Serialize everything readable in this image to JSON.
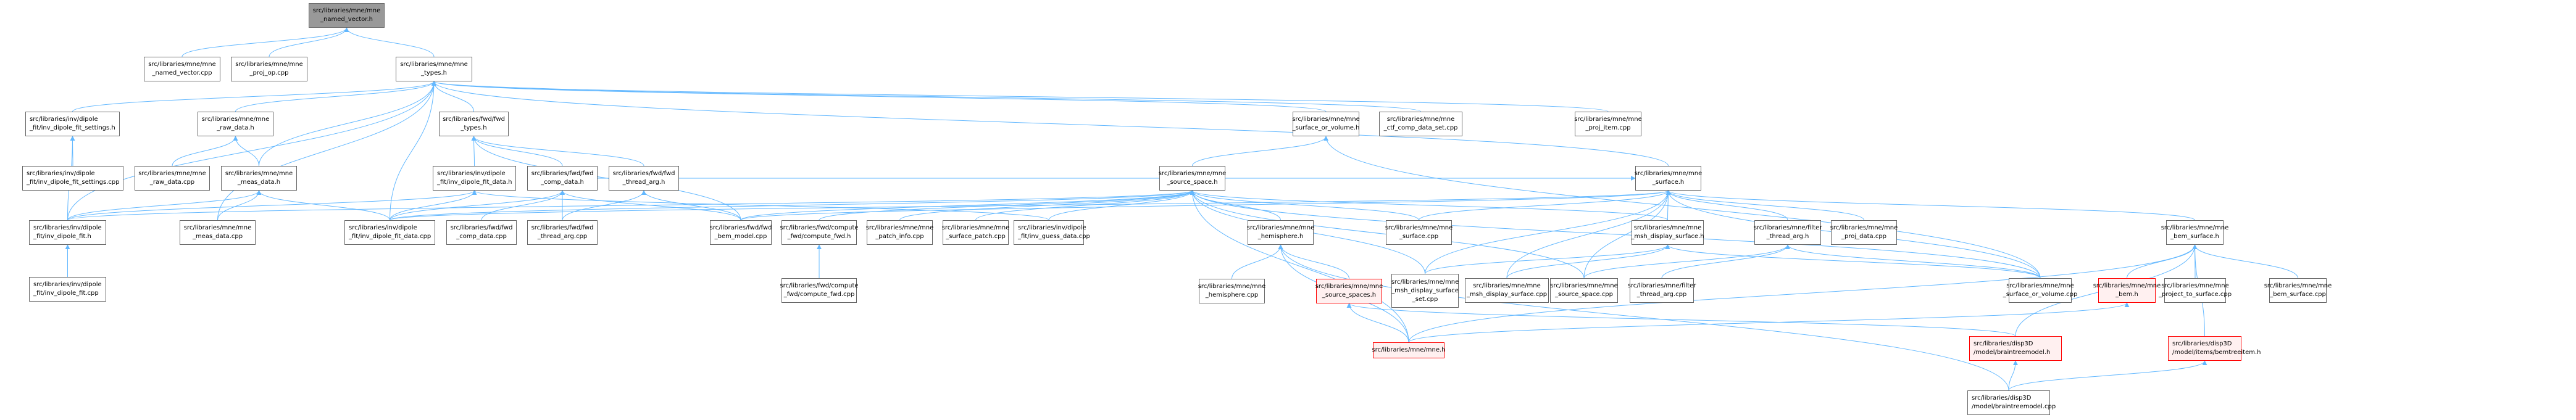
{
  "graph": {
    "title": "Include dependency graph for mne_named_vector.h",
    "edge_color": "#63b8ff",
    "node_border_color": "#666666",
    "root_fill_color": "#999999",
    "highlight_border_color": "#ff0000",
    "highlight_fill_color": "#fff0f0",
    "nodes": [
      {
        "id": "n0",
        "label": "src/libraries/mne/mne\n_named_vector.h",
        "style": "root"
      },
      {
        "id": "n1",
        "label": "src/libraries/mne/mne\n_named_vector.cpp",
        "style": "normal"
      },
      {
        "id": "n2",
        "label": "src/libraries/mne/mne\n_proj_op.cpp",
        "style": "normal"
      },
      {
        "id": "n3",
        "label": "src/libraries/mne/mne\n_types.h",
        "style": "normal"
      },
      {
        "id": "n4",
        "label": "src/libraries/inv/dipole\n_fit/inv_dipole_fit_settings.h",
        "style": "normal"
      },
      {
        "id": "n5",
        "label": "src/libraries/mne/mne\n_raw_data.h",
        "style": "normal"
      },
      {
        "id": "n6",
        "label": "src/libraries/fwd/fwd\n_types.h",
        "style": "normal"
      },
      {
        "id": "n7",
        "label": "src/libraries/mne/mne\n_surface_or_volume.h",
        "style": "normal"
      },
      {
        "id": "n8",
        "label": "src/libraries/mne/mne\n_ctf_comp_data_set.cpp",
        "style": "normal"
      },
      {
        "id": "n9",
        "label": "src/libraries/mne/mne\n_proj_item.cpp",
        "style": "normal"
      },
      {
        "id": "n10",
        "label": "src/libraries/inv/dipole\n_fit/inv_dipole_fit_settings.cpp",
        "style": "normal"
      },
      {
        "id": "n11",
        "label": "src/libraries/mne/mne\n_raw_data.cpp",
        "style": "normal"
      },
      {
        "id": "n12",
        "label": "src/libraries/mne/mne\n_meas_data.h",
        "style": "normal"
      },
      {
        "id": "n13",
        "label": "src/libraries/inv/dipole\n_fit/inv_dipole_fit_data.h",
        "style": "normal"
      },
      {
        "id": "n14",
        "label": "src/libraries/fwd/fwd\n_comp_data.h",
        "style": "normal"
      },
      {
        "id": "n15",
        "label": "src/libraries/fwd/fwd\n_thread_arg.h",
        "style": "normal"
      },
      {
        "id": "n16",
        "label": "src/libraries/mne/mne\n_source_space.h",
        "style": "normal"
      },
      {
        "id": "n17",
        "label": "src/libraries/mne/mne\n_surface.h",
        "style": "normal"
      },
      {
        "id": "n18",
        "label": "src/libraries/inv/dipole\n_fit/inv_dipole_fit.h",
        "style": "normal"
      },
      {
        "id": "n19",
        "label": "src/libraries/mne/mne\n_meas_data.cpp",
        "style": "normal"
      },
      {
        "id": "n20",
        "label": "src/libraries/inv/dipole\n_fit/inv_dipole_fit_data.cpp",
        "style": "normal"
      },
      {
        "id": "n21",
        "label": "src/libraries/fwd/fwd\n_comp_data.cpp",
        "style": "normal"
      },
      {
        "id": "n22",
        "label": "src/libraries/fwd/fwd\n_thread_arg.cpp",
        "style": "normal"
      },
      {
        "id": "n23",
        "label": "src/libraries/fwd/fwd\n_bem_model.cpp",
        "style": "normal"
      },
      {
        "id": "n24",
        "label": "src/libraries/fwd/compute\n_fwd/compute_fwd.h",
        "style": "normal"
      },
      {
        "id": "n25",
        "label": "src/libraries/mne/mne\n_patch_info.cpp",
        "style": "normal"
      },
      {
        "id": "n26",
        "label": "src/libraries/mne/mne\n_surface_patch.cpp",
        "style": "normal"
      },
      {
        "id": "n27",
        "label": "src/libraries/inv/dipole\n_fit/inv_guess_data.cpp",
        "style": "normal"
      },
      {
        "id": "n28",
        "label": "src/libraries/mne/mne\n_hemisphere.h",
        "style": "normal"
      },
      {
        "id": "n29",
        "label": "src/libraries/mne/mne\n_surface.cpp",
        "style": "normal"
      },
      {
        "id": "n30",
        "label": "src/libraries/mne/mne\n_msh_display_surface.h",
        "style": "normal"
      },
      {
        "id": "n31",
        "label": "src/libraries/mne/filter\n_thread_arg.h",
        "style": "normal"
      },
      {
        "id": "n32",
        "label": "src/libraries/mne/mne\n_proj_data.cpp",
        "style": "normal"
      },
      {
        "id": "n33",
        "label": "src/libraries/mne/mne\n_bem_surface.h",
        "style": "normal"
      },
      {
        "id": "n34",
        "label": "src/libraries/inv/dipole\n_fit/inv_dipole_fit.cpp",
        "style": "normal"
      },
      {
        "id": "n35",
        "label": "src/libraries/fwd/compute\n_fwd/compute_fwd.cpp",
        "style": "normal"
      },
      {
        "id": "n36",
        "label": "src/libraries/mne/mne\n_hemisphere.cpp",
        "style": "normal"
      },
      {
        "id": "n37",
        "label": "src/libraries/mne/mne\n_source_spaces.h",
        "style": "red"
      },
      {
        "id": "n38",
        "label": "src/libraries/mne/mne\n_msh_display_surface\n_set.cpp",
        "style": "normal"
      },
      {
        "id": "n39",
        "label": "src/libraries/mne/mne\n_msh_display_surface.cpp",
        "style": "normal"
      },
      {
        "id": "n40",
        "label": "src/libraries/mne/mne\n_source_space.cpp",
        "style": "normal"
      },
      {
        "id": "n41",
        "label": "src/libraries/mne/filter\n_thread_arg.cpp",
        "style": "normal"
      },
      {
        "id": "n42",
        "label": "src/libraries/mne/mne\n_surface_or_volume.cpp",
        "style": "normal"
      },
      {
        "id": "n43",
        "label": "src/libraries/mne/mne\n_bem.h",
        "style": "red"
      },
      {
        "id": "n44",
        "label": "src/libraries/mne/mne\n_project_to_surface.cpp",
        "style": "normal"
      },
      {
        "id": "n45",
        "label": "src/libraries/mne/mne\n_bem_surface.cpp",
        "style": "normal"
      },
      {
        "id": "n46",
        "label": "src/libraries/mne/mne.h",
        "style": "red"
      },
      {
        "id": "n47",
        "label": "src/libraries/disp3D\n/model/braintreemodel.h",
        "style": "red"
      },
      {
        "id": "n48",
        "label": "src/libraries/disp3D\n/model/items/bemtreeitem.h",
        "style": "red"
      },
      {
        "id": "n49",
        "label": "src/libraries/disp3D\n/model/braintreemodel.cpp",
        "style": "normal"
      }
    ],
    "edges": [
      [
        "n1",
        "n0"
      ],
      [
        "n2",
        "n0"
      ],
      [
        "n3",
        "n0"
      ],
      [
        "n4",
        "n3"
      ],
      [
        "n5",
        "n3"
      ],
      [
        "n6",
        "n3"
      ],
      [
        "n7",
        "n3"
      ],
      [
        "n8",
        "n3"
      ],
      [
        "n9",
        "n3"
      ],
      [
        "n12",
        "n3"
      ],
      [
        "n18",
        "n3"
      ],
      [
        "n19",
        "n3"
      ],
      [
        "n20",
        "n3"
      ],
      [
        "n17",
        "n3"
      ],
      [
        "n10",
        "n4"
      ],
      [
        "n18",
        "n4"
      ],
      [
        "n11",
        "n5"
      ],
      [
        "n12",
        "n5"
      ],
      [
        "n13",
        "n6"
      ],
      [
        "n14",
        "n6"
      ],
      [
        "n15",
        "n6"
      ],
      [
        "n23",
        "n6"
      ],
      [
        "n16",
        "n7"
      ],
      [
        "n42",
        "n7"
      ],
      [
        "n18",
        "n12"
      ],
      [
        "n19",
        "n12"
      ],
      [
        "n20",
        "n12"
      ],
      [
        "n20",
        "n13"
      ],
      [
        "n18",
        "n13"
      ],
      [
        "n27",
        "n13"
      ],
      [
        "n20",
        "n14"
      ],
      [
        "n21",
        "n14"
      ],
      [
        "n22",
        "n14"
      ],
      [
        "n23",
        "n14"
      ],
      [
        "n22",
        "n15"
      ],
      [
        "n23",
        "n15"
      ],
      [
        "n18",
        "n16"
      ],
      [
        "n20",
        "n16"
      ],
      [
        "n23",
        "n16"
      ],
      [
        "n24",
        "n16"
      ],
      [
        "n25",
        "n16"
      ],
      [
        "n26",
        "n16"
      ],
      [
        "n27",
        "n16"
      ],
      [
        "n28",
        "n16"
      ],
      [
        "n29",
        "n16"
      ],
      [
        "n30",
        "n16"
      ],
      [
        "n38",
        "n16"
      ],
      [
        "n40",
        "n16"
      ],
      [
        "n42",
        "n16"
      ],
      [
        "n46",
        "n16"
      ],
      [
        "n29",
        "n17"
      ],
      [
        "n30",
        "n17"
      ],
      [
        "n31",
        "n17"
      ],
      [
        "n32",
        "n17"
      ],
      [
        "n33",
        "n17"
      ],
      [
        "n38",
        "n17"
      ],
      [
        "n39",
        "n17"
      ],
      [
        "n40",
        "n17"
      ],
      [
        "n42",
        "n17"
      ],
      [
        "n20",
        "n17"
      ],
      [
        "n23",
        "n17"
      ],
      [
        "n14",
        "n17"
      ],
      [
        "n35",
        "n24"
      ],
      [
        "n36",
        "n28"
      ],
      [
        "n37",
        "n28"
      ],
      [
        "n46",
        "n28"
      ],
      [
        "n49",
        "n28"
      ],
      [
        "n38",
        "n30"
      ],
      [
        "n39",
        "n30"
      ],
      [
        "n42",
        "n30"
      ],
      [
        "n40",
        "n31"
      ],
      [
        "n41",
        "n31"
      ],
      [
        "n42",
        "n31"
      ],
      [
        "n43",
        "n33"
      ],
      [
        "n44",
        "n33"
      ],
      [
        "n45",
        "n33"
      ],
      [
        "n47",
        "n33"
      ],
      [
        "n48",
        "n33"
      ],
      [
        "n46",
        "n33"
      ],
      [
        "n46",
        "n37"
      ],
      [
        "n47",
        "n37"
      ],
      [
        "n46",
        "n43"
      ],
      [
        "n49",
        "n47"
      ],
      [
        "n49",
        "n48"
      ],
      [
        "n34",
        "n18"
      ]
    ]
  }
}
